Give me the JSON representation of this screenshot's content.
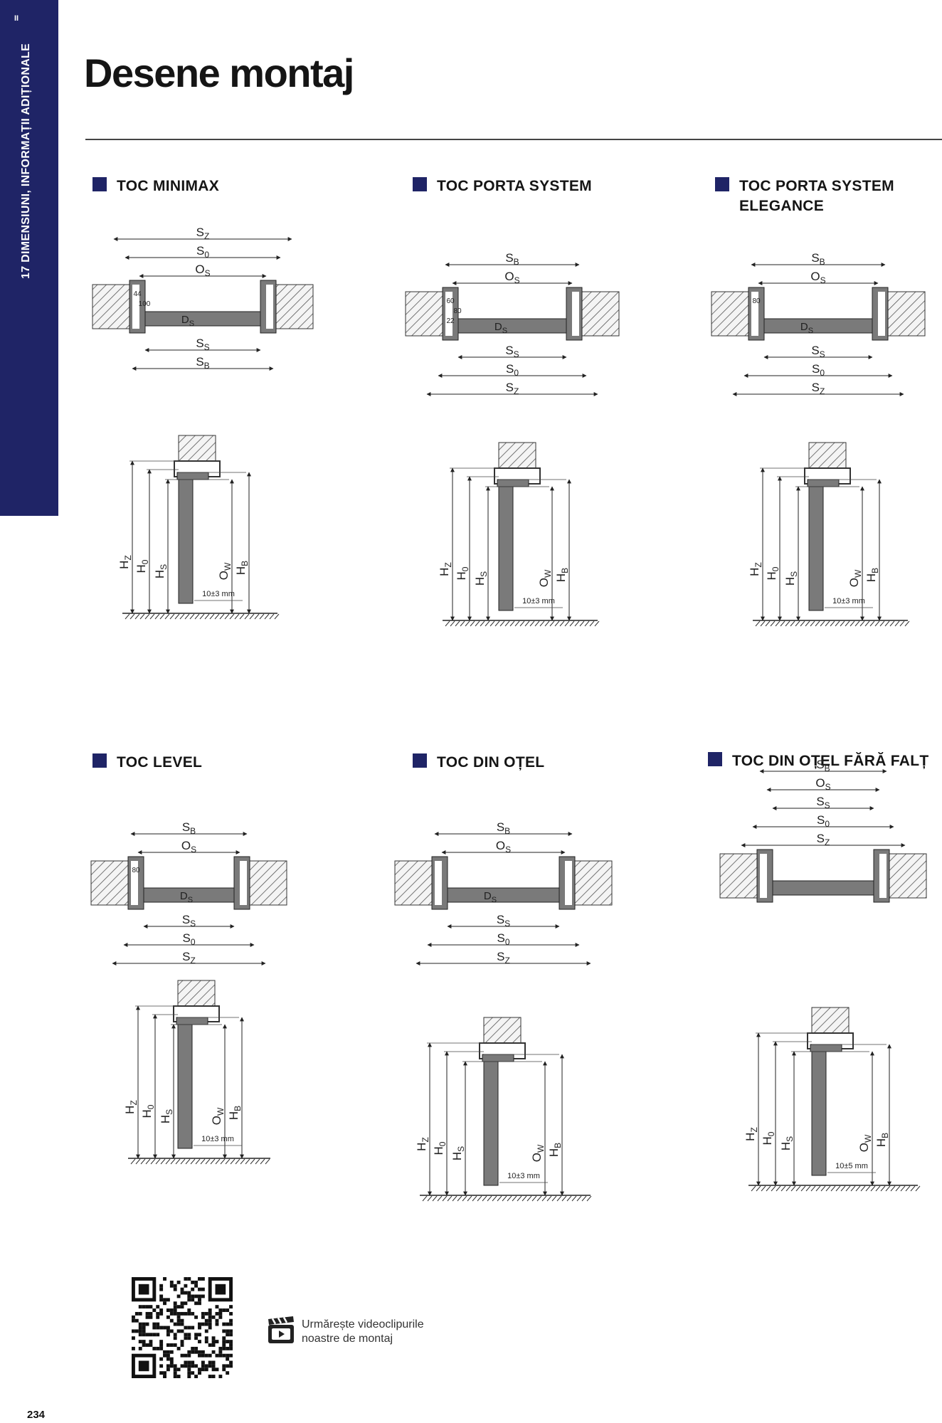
{
  "sidebar": {
    "chapter_label": "17  DIMENSIUNI, INFORMAȚII ADIȚIONALE",
    "marker": "II"
  },
  "page": {
    "title": "Desene montaj",
    "number": "234"
  },
  "colors": {
    "accent": "#1f2466",
    "frame": "#7a7a7a",
    "hatch": "#555555"
  },
  "sections": [
    {
      "title_lines": [
        "TOC MINIMAX"
      ],
      "plan_labels": [
        "SZ",
        "S0",
        "OS",
        "DS",
        "SS",
        "SB"
      ],
      "plan_small": [
        "44",
        "100"
      ],
      "section_labels": [
        "HZ",
        "H0",
        "HS",
        "OW",
        "HB"
      ],
      "gap": "10±3 mm"
    },
    {
      "title_lines": [
        "TOC  PORTA SYSTEM"
      ],
      "plan_labels": [
        "SB",
        "OS",
        "DS",
        "SS",
        "S0",
        "SZ"
      ],
      "plan_small": [
        "60",
        "80",
        "22"
      ],
      "section_labels": [
        "HZ",
        "H0",
        "HS",
        "OW",
        "HB"
      ],
      "gap": "10±3 mm"
    },
    {
      "title_lines": [
        "TOC PORTA SYSTEM",
        "ELEGANCE"
      ],
      "plan_labels": [
        "SB",
        "OS",
        "DS",
        "SS",
        "S0",
        "SZ"
      ],
      "plan_small": [
        "80"
      ],
      "section_labels": [
        "HZ",
        "H0",
        "HS",
        "OW",
        "HB"
      ],
      "gap": "10±3 mm"
    },
    {
      "title_lines": [
        "TOC  LEVEL"
      ],
      "plan_labels": [
        "SB",
        "OS",
        "DS",
        "SS",
        "S0",
        "SZ"
      ],
      "plan_small": [
        "80"
      ],
      "section_labels": [
        "HZ",
        "H0",
        "HS",
        "OW",
        "HB"
      ],
      "gap": "10±3 mm"
    },
    {
      "title_lines": [
        "TOC DIN OȚEL"
      ],
      "plan_labels": [
        "SB",
        "OS",
        "DS",
        "SS",
        "S0",
        "SZ"
      ],
      "plan_small": [],
      "section_labels": [
        "HZ",
        "H0",
        "HS",
        "OW",
        "HB"
      ],
      "gap": "10±3 mm"
    },
    {
      "title_lines": [
        "TOC DIN OȚEL FĂRĂ FALȚ"
      ],
      "plan_labels": [
        "SB",
        "OS",
        "SS",
        "S0",
        "SZ"
      ],
      "plan_small": [],
      "section_labels": [
        "HZ",
        "H0",
        "HS",
        "OW",
        "HB"
      ],
      "gap": "10±5 mm"
    }
  ],
  "footer": {
    "video_line1": "Urmărește videoclipurile",
    "video_line2": "noastre de montaj",
    "qr_icon": "qr-code-icon",
    "video_icon": "clapperboard-icon"
  }
}
